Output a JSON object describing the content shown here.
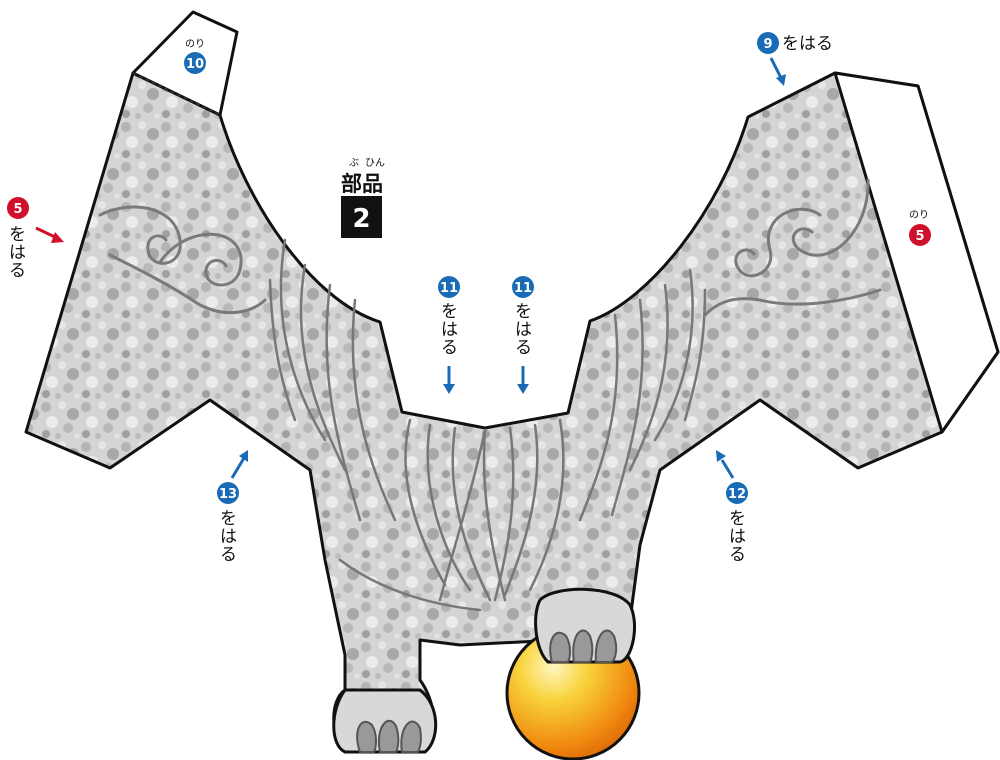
{
  "part": {
    "ruby_bu": "ぶ",
    "ruby_hin": "ひん",
    "kanji_bu": "部",
    "kanji_hin": "品",
    "number": "2"
  },
  "labels": {
    "glue_text": "のり",
    "attach_text": "をはる",
    "attach_chars": [
      "を",
      "は",
      "る"
    ]
  },
  "markers": {
    "tab_top_left": "10",
    "tab_right": "5",
    "left_edge": "5",
    "top_right": "9",
    "center_left": "11",
    "center_right": "11",
    "bottom_left": "13",
    "bottom_right": "12"
  },
  "colors": {
    "blue_badge": "#1a6bb5",
    "red_badge": "#d0102a",
    "outline": "#111111",
    "fur": "#c8c8c8",
    "ball": "#f5b82a"
  }
}
